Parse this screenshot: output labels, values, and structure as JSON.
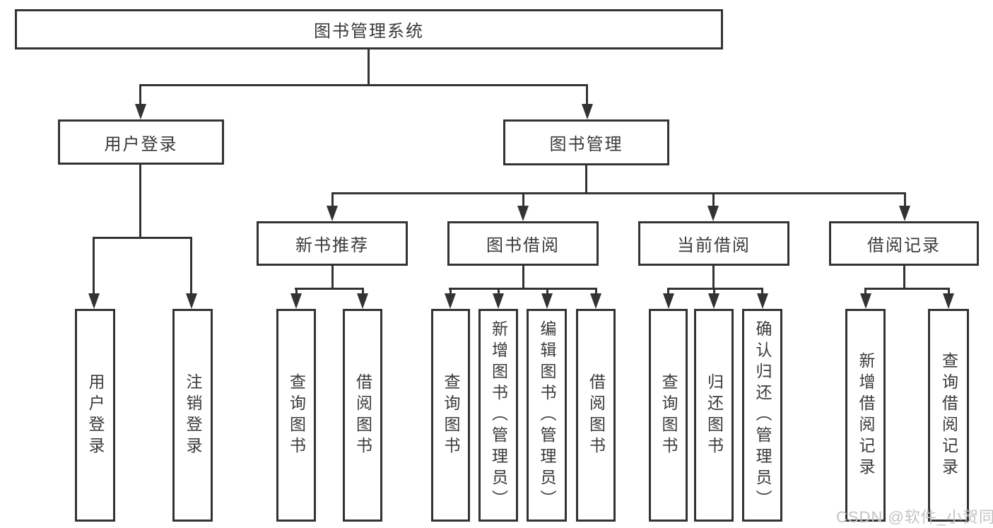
{
  "colors": {
    "line": "#333333",
    "text": "#3a3a3a",
    "background": "#ffffff",
    "watermark": "#c3c3c3"
  },
  "page": {
    "watermark": "CSDN @软件_小贺同学"
  },
  "tree": {
    "root": {
      "label": "图书管理系统",
      "children": [
        {
          "label": "用户登录",
          "children": [
            {
              "label": "用户登录"
            },
            {
              "label": "注销登录"
            }
          ]
        },
        {
          "label": "图书管理",
          "children": [
            {
              "label": "新书推荐",
              "children": [
                {
                  "label": "查询图书"
                },
                {
                  "label": "借阅图书"
                }
              ]
            },
            {
              "label": "图书借阅",
              "children": [
                {
                  "label": "查询图书"
                },
                {
                  "label": "新增图书（管理员）"
                },
                {
                  "label": "编辑图书（管理员）"
                },
                {
                  "label": "借阅图书"
                }
              ]
            },
            {
              "label": "当前借阅",
              "children": [
                {
                  "label": "查询图书"
                },
                {
                  "label": "归还图书"
                },
                {
                  "label": "确认归还（管理员）"
                }
              ]
            },
            {
              "label": "借阅记录",
              "children": [
                {
                  "label": "新增借阅记录"
                },
                {
                  "label": "查询借阅记录"
                }
              ]
            }
          ]
        }
      ]
    }
  }
}
